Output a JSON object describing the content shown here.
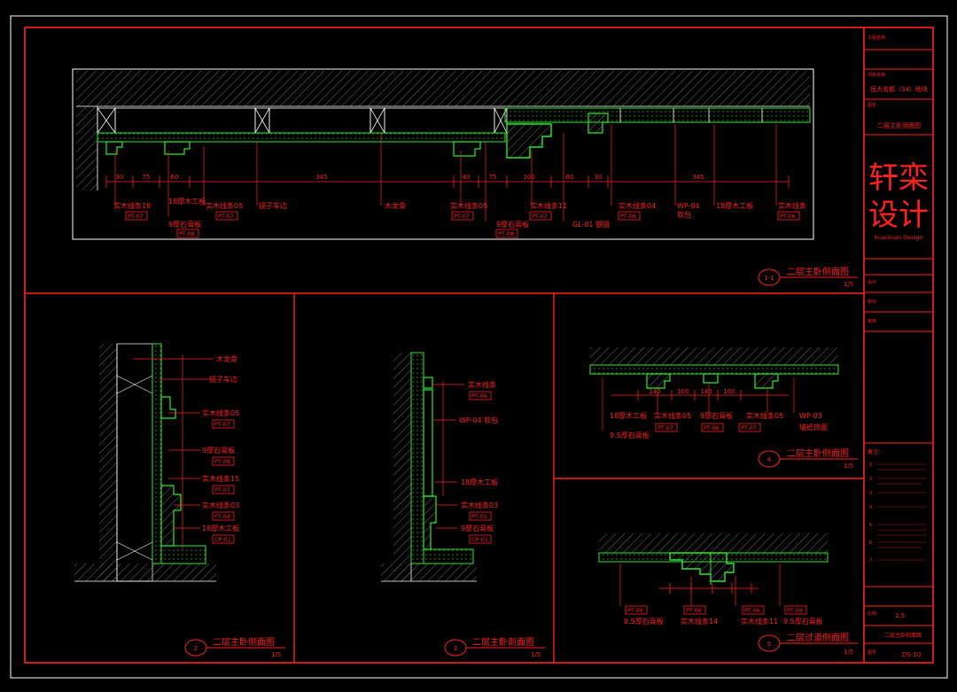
{
  "colors": {
    "background": "#000000",
    "frame": "#ff2020",
    "outline": "#ffffff",
    "hatch": "#8c8c8c",
    "profile": "#2ee82e",
    "dimension": "#ff2020",
    "tag": "#ff2020"
  },
  "drawing_border_top": {
    "label": "1-1",
    "title": "二层主卧侧面图",
    "scale": "1/5",
    "dimensions": [
      "30",
      "75",
      "60",
      "345",
      "40",
      "75",
      "100",
      "60",
      "30",
      "345"
    ],
    "callouts": [
      {
        "text": "实木线条18",
        "tag": "PT-07"
      },
      {
        "text": "18厚木工板",
        "tag": ""
      },
      {
        "text": "9厚石膏板",
        "tag": "PT-08"
      },
      {
        "text": "实木线条05",
        "tag": "PT-07"
      },
      {
        "text": "镜子车边",
        "tag": ""
      },
      {
        "text": "木龙骨",
        "tag": ""
      },
      {
        "text": "实木线条05",
        "tag": "PT-07"
      },
      {
        "text": "9厚石膏板",
        "tag": "PT-08"
      },
      {
        "text": "实木线条11",
        "tag": "PT-07"
      },
      {
        "text": "GL-01 钢镜",
        "tag": ""
      },
      {
        "text": "实木线条04",
        "tag": "PT-06"
      },
      {
        "text": "WP-04",
        "tag": ""
      },
      {
        "text": "软包",
        "tag": ""
      },
      {
        "text": "18厚木工板",
        "tag": ""
      },
      {
        "text": "实木线条",
        "tag": "PT-06"
      }
    ]
  },
  "panel_bottom_1": {
    "label": "2",
    "title": "二层主卧侧面图",
    "scale": "1/5",
    "callouts": [
      {
        "text": "木龙骨",
        "tag": ""
      },
      {
        "text": "镜子车边",
        "tag": ""
      },
      {
        "text": "实木线条05",
        "tag": "PT-07"
      },
      {
        "text": "9厚石膏板",
        "tag": "PT-08"
      },
      {
        "text": "实木线条15",
        "tag": "PT-07"
      },
      {
        "text": "实木线条03",
        "tag": "PT-04"
      },
      {
        "text": "18厚木工板",
        "tag": "CP-01"
      }
    ]
  },
  "panel_bottom_2": {
    "label": "3",
    "title": "二层主卧剖面图",
    "scale": "1/5",
    "callouts": [
      {
        "text": "实木线条",
        "tag": "PT-06"
      },
      {
        "text": "WP-04 软包",
        "tag": ""
      },
      {
        "text": "18厚木工板",
        "tag": ""
      },
      {
        "text": "实木线条03",
        "tag": "PT-05"
      },
      {
        "text": "9厚石膏板",
        "tag": "CP-01"
      }
    ]
  },
  "panel_right_top": {
    "label": "4",
    "title": "二层主卧侧面图",
    "scale": "1/5",
    "dimensions": [
      "140",
      "100",
      "140",
      "100"
    ],
    "callouts": [
      {
        "text": "18厚木工板",
        "tag": ""
      },
      {
        "text": "实木线条05",
        "tag": "PT-07"
      },
      {
        "text": "9厚石膏板",
        "tag": "PT-06"
      },
      {
        "text": "实木线条05",
        "tag": "PT-07"
      },
      {
        "text": "WP-03",
        "tag": ""
      },
      {
        "text": "墙纸饰面",
        "tag": ""
      },
      {
        "text": "9.5厚石膏板",
        "tag": ""
      }
    ]
  },
  "panel_right_bottom": {
    "label": "5",
    "title": "二层过道侧面图",
    "scale": "1/5",
    "callouts": [
      {
        "text": "8.5厚石膏板",
        "tag": "PT-09"
      },
      {
        "text": "实木线条14",
        "tag": "PT-06"
      },
      {
        "text": "实木线条11",
        "tag": "PT-06"
      },
      {
        "text": "9.5厚石膏板",
        "tag": "PT-09"
      }
    ]
  },
  "title_block": {
    "logo_line1": "轩栾",
    "logo_line2": "设计",
    "logo_sub": "Xuanluan Design",
    "rows": [
      "工程名称",
      "项目名称",
      "图名",
      "设计",
      "校对",
      "审核",
      "比例",
      "图号"
    ],
    "project": "恒大名都（34）地块",
    "drawing_name": "二层主卧侧面图",
    "scale_value": "1:5",
    "drawing_no": "DS-10",
    "sheet_label": "二层主卧侧面图",
    "notes_heading": "备注：",
    "notes": [
      "1.",
      "2.",
      "3.",
      "4.",
      "5.",
      "6.",
      "7."
    ]
  }
}
